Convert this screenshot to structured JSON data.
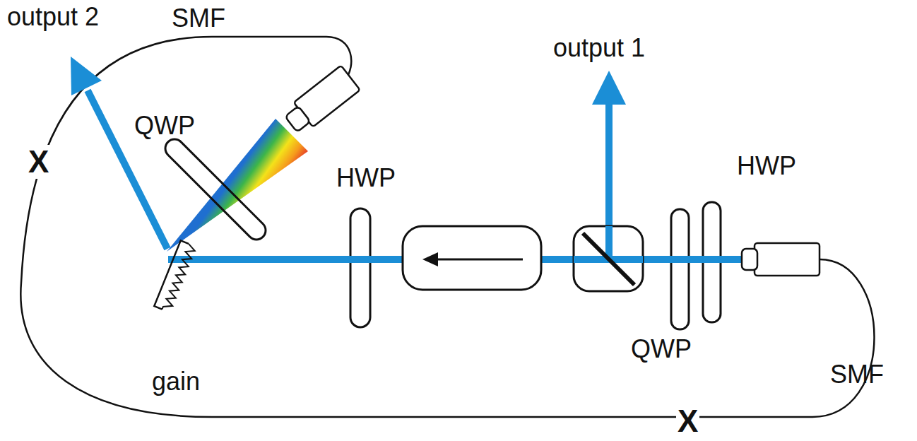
{
  "diagram": {
    "labels": [
      "output 2",
      "SMF",
      "output 1",
      "QWP",
      "HWP",
      "HWP",
      "X",
      "QWP",
      "SMF",
      "gain",
      "X"
    ]
  }
}
